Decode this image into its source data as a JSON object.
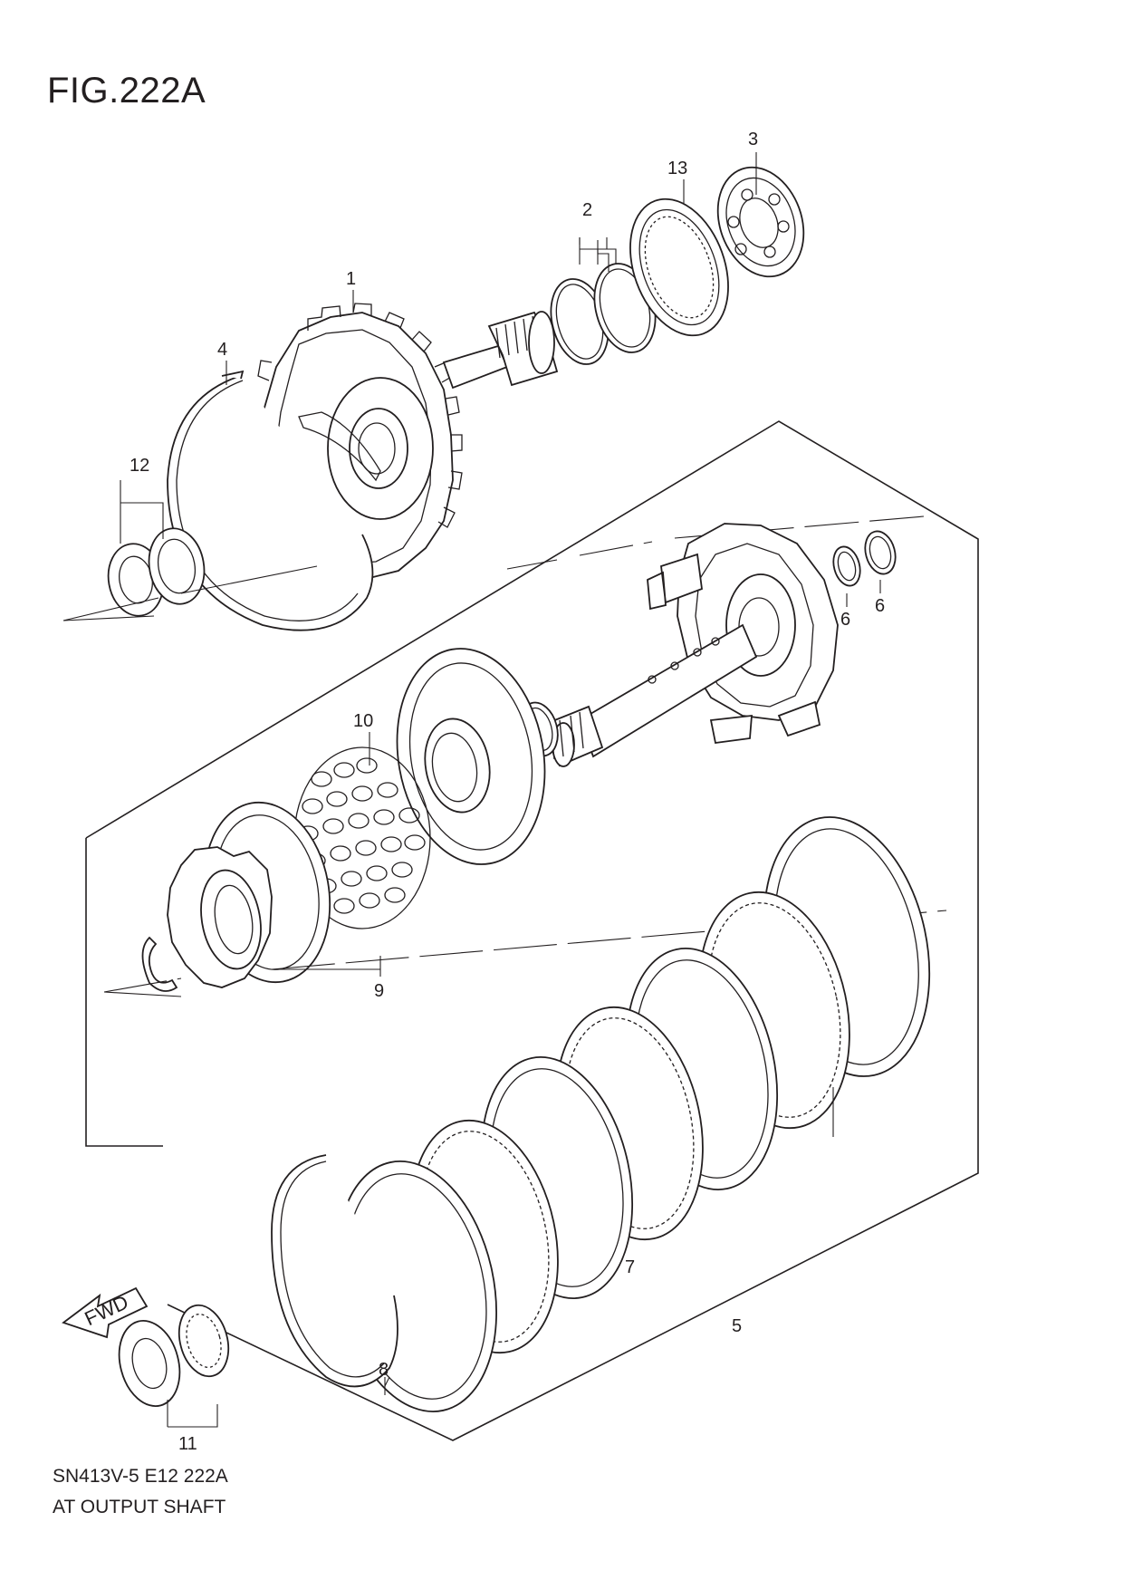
{
  "figure": {
    "title": "FIG.222A"
  },
  "footer": {
    "code": "SN413V-5 E12 222A",
    "name": "AT OUTPUT SHAFT"
  },
  "fwd_label": "FWD",
  "callouts": [
    {
      "id": "1",
      "label": "1"
    },
    {
      "id": "2",
      "label": "2"
    },
    {
      "id": "3",
      "label": "3"
    },
    {
      "id": "4",
      "label": "4"
    },
    {
      "id": "5",
      "label": "5"
    },
    {
      "id": "6a",
      "label": "6"
    },
    {
      "id": "6b",
      "label": "6"
    },
    {
      "id": "7",
      "label": "7"
    },
    {
      "id": "8",
      "label": "8"
    },
    {
      "id": "9",
      "label": "9"
    },
    {
      "id": "10",
      "label": "10"
    },
    {
      "id": "11",
      "label": "11"
    },
    {
      "id": "12",
      "label": "12"
    },
    {
      "id": "13",
      "label": "13"
    }
  ]
}
